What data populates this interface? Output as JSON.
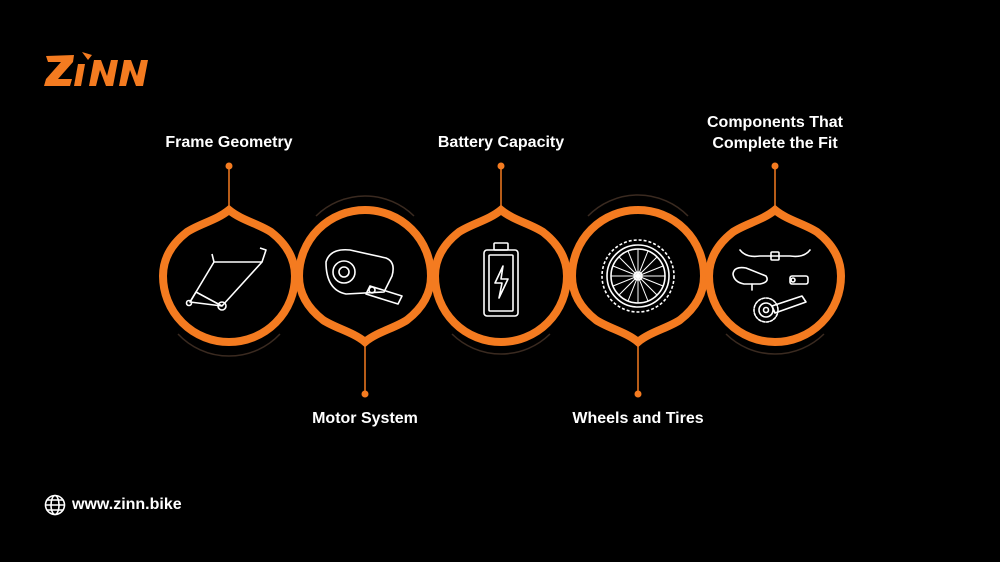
{
  "brand": {
    "name": "ZINN",
    "accent": "#F47B20"
  },
  "steps": [
    {
      "label": "Frame Geometry",
      "icon": "bike-frame-icon",
      "position": "top"
    },
    {
      "label": "Motor System",
      "icon": "mid-drive-motor-icon",
      "position": "bottom"
    },
    {
      "label": "Battery Capacity",
      "icon": "battery-bolt-icon",
      "position": "top"
    },
    {
      "label": "Wheels and Tires",
      "icon": "wheel-icon",
      "position": "bottom"
    },
    {
      "label": "Components That\nComplete the Fit",
      "icon": "components-icon",
      "position": "top"
    }
  ],
  "footer": {
    "icon": "globe-icon",
    "url": "www.zinn.bike"
  }
}
